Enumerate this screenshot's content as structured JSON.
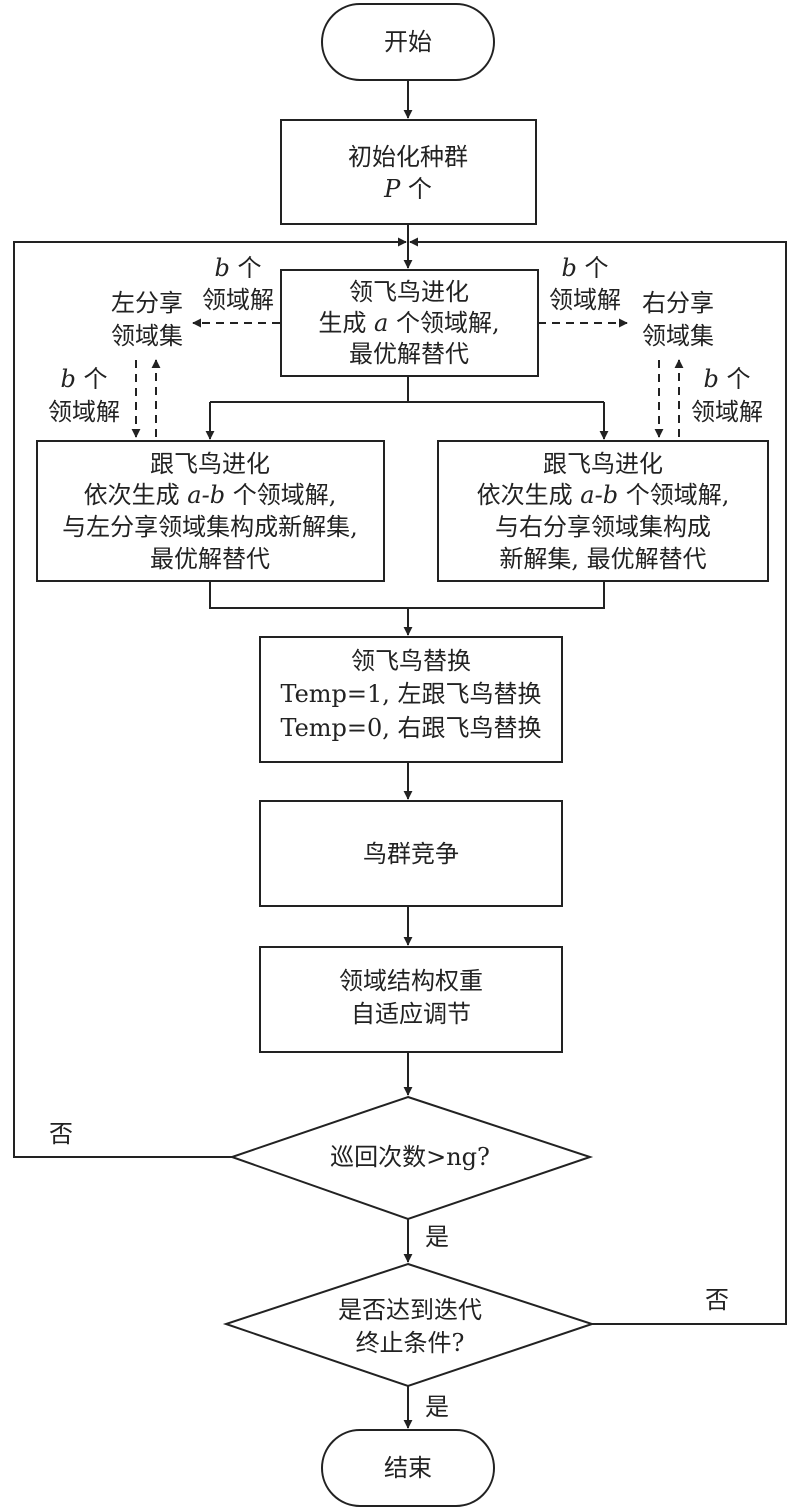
{
  "nodes": {
    "start": "开始",
    "init": {
      "line1": "初始化种群",
      "var": "P",
      "unit": "个"
    },
    "leader": {
      "line1": "领飞鸟进化",
      "line2_pre": "生成",
      "var": "a",
      "line2_post": "个领域解,",
      "line3": "最优解替代"
    },
    "left_share": {
      "line1": "左分享",
      "line2": "领域集"
    },
    "right_share": {
      "line1": "右分享",
      "line2": "领域集"
    },
    "left_follower": {
      "line1": "跟飞鸟进化",
      "line2_pre": "依次生成",
      "var": "a-b",
      "line2_post": "个领域解,",
      "line3": "与左分享领域集构成新解集,",
      "line4": "最优解替代"
    },
    "right_follower": {
      "line1": "跟飞鸟进化",
      "line2_pre": "依次生成",
      "var": "a-b",
      "line2_post": "个领域解,",
      "line3": "与右分享领域集构成",
      "line4": "新解集, 最优解替代"
    },
    "replace": {
      "line1": "领飞鸟替换",
      "line2": "Temp=1, 左跟飞鸟替换",
      "line3": "Temp=0, 右跟飞鸟替换"
    },
    "compete": "鸟群竞争",
    "weight": {
      "line1": "领域结构权重",
      "line2": "自适应调节"
    },
    "decision1": "巡回次数>ng?",
    "decision2": {
      "line1": "是否达到迭代",
      "line2": "终止条件?"
    },
    "end": "结束"
  },
  "edge_labels": {
    "b_var": "b",
    "b_unit": "个",
    "b_solutions": "领域解",
    "no": "否",
    "yes": "是"
  }
}
